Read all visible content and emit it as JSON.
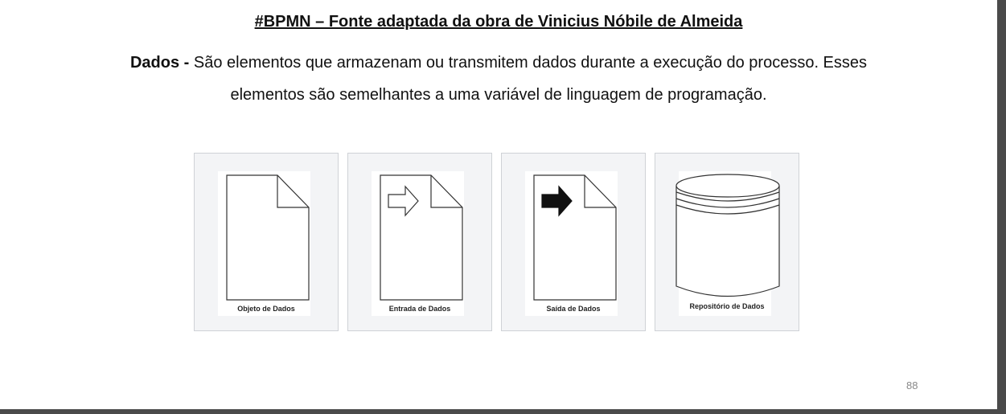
{
  "document": {
    "title": "#BPMN – Fonte adaptada da obra de Vinicius Nóbile de Almeida",
    "paragraph_label": "Dados -",
    "paragraph_text": "São elementos que armazenam ou transmitem dados durante a execução do processo. Esses elementos são semelhantes a uma variável de linguagem de programação.",
    "page_number": "88"
  },
  "figures": [
    {
      "caption": "Objeto de Dados",
      "icon": "data-object-icon"
    },
    {
      "caption": "Entrada de Dados",
      "icon": "data-input-icon"
    },
    {
      "caption": "Saída de Dados",
      "icon": "data-output-icon"
    },
    {
      "caption": "Repositório de Dados",
      "icon": "data-store-icon"
    }
  ]
}
